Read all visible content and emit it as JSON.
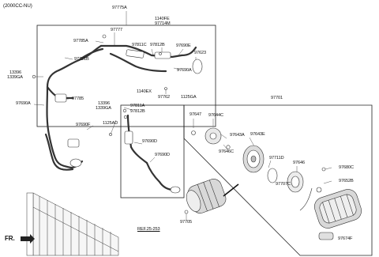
{
  "header": "(2000CC-NU)",
  "front_marker": "FR.",
  "reference": "REF.25-253",
  "labels": {
    "p97775A": "97775A",
    "p1140FE": "1140FE",
    "p97714M": "97714M",
    "p97777": "97777",
    "p97785A": "97785A",
    "p97811C": "97811C",
    "p97812B_top": "97812B",
    "p97690E": "97690E",
    "p97623": "97623",
    "p97721B": "97721B",
    "p13396_a": "13396",
    "p1339GA_a": "1339GA",
    "p97690A_right": "97690A",
    "p1140EX": "1140EX",
    "p97762": "97762",
    "p1125GA": "1125GA",
    "p97701": "97701",
    "p97785": "97785",
    "p97690A_left": "97690A",
    "p13396_b": "13396",
    "p1339GA_b": "1339GA",
    "p97811A": "97811A",
    "p97812B_mid": "97812B",
    "p1125AD": "1125AD",
    "p97690F": "97690F",
    "p97690D_top": "97690D",
    "p97690D_bot": "97690D",
    "p97647": "97647",
    "p97644C": "97644C",
    "p97643A": "97643A",
    "p97643E": "97643E",
    "p97646C": "97646C",
    "p97711D": "97711D",
    "p97646": "97646",
    "p97680C": "97680C",
    "p97707C": "97707C",
    "p97652B": "97652B",
    "p97705": "97705",
    "p97674F": "97674F"
  }
}
